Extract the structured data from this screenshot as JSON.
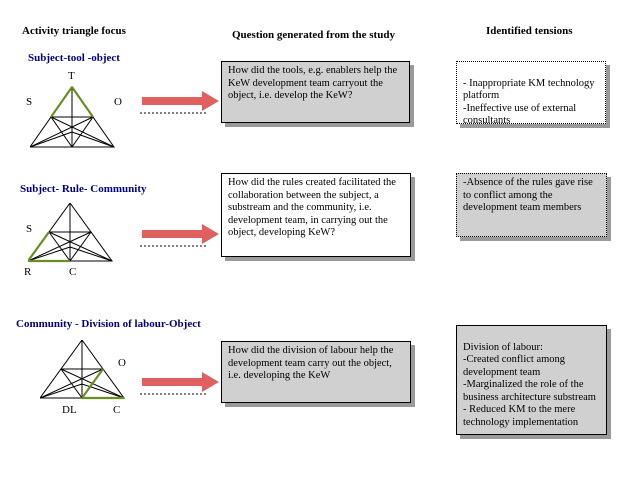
{
  "headers": {
    "focus": "Activity triangle focus",
    "question": "Question generated from the study",
    "tensions": "Identified tensions"
  },
  "rows": [
    {
      "title": "Subject-tool -object",
      "vertex_labels": {
        "top": "T",
        "left": "S",
        "right": "O"
      },
      "question": "How did the tools, e.g. enablers help the KeW development team carryout the object, i.e. develop the KeW?",
      "tension": "- Inappropriate KM technology platform\n-Ineffective use of external consultants"
    },
    {
      "title": "Subject- Rule- Community",
      "vertex_labels": {
        "mid_left": "S",
        "bottom_left": "R",
        "bottom_mid": "C"
      },
      "question": "How did the rules created facilitated the collaboration between the subject, a substream and the community, i.e. development team, in carrying out the object, developing KeW?",
      "tension": "-Absence of the rules gave rise to conflict among the development team members"
    },
    {
      "title": "Community - Division of labour-Object",
      "vertex_labels": {
        "mid_right": "O",
        "bottom_left": "DL",
        "bottom_right": "C"
      },
      "question": "How did the division of labour help the development team carry out the object, i.e. developing the KeW",
      "tension": "Division of labour:\n-Created conflict among development team\n-Marginalized the role of the business architecture substream\n- Reduced KM to the mere technology implementation"
    }
  ],
  "colors": {
    "highlight": "#6b8e23",
    "arrow": "#e06060",
    "section_title": "#000080",
    "box_gray": "#d8d8d8"
  }
}
